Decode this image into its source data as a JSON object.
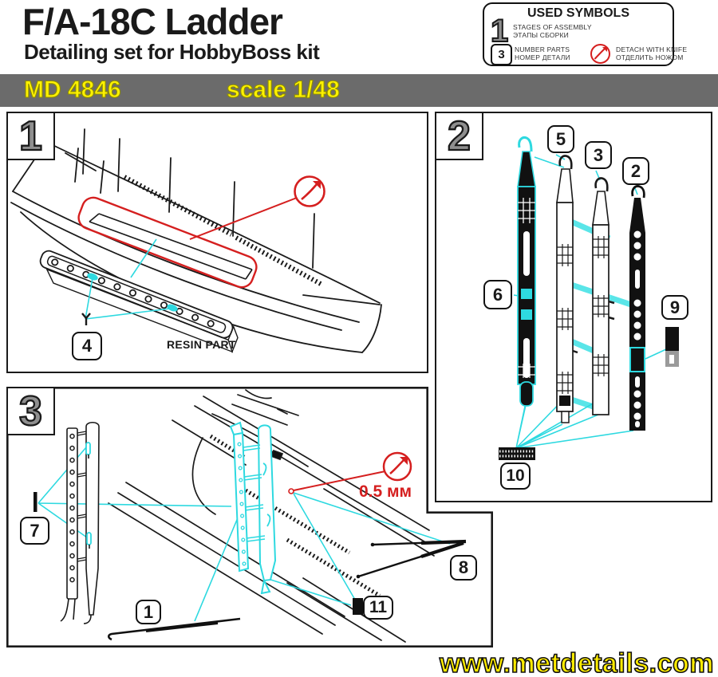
{
  "header": {
    "title": "F/A-18C Ladder",
    "subtitle": "Detailing set for HobbyBoss kit",
    "code": "MD 4846",
    "scale": "scale 1/48"
  },
  "symbols": {
    "title": "USED SYMBOLS",
    "stage_num": "1",
    "stage_en": "STAGES OF ASSEMBLY",
    "stage_ru": "ЭТАПЫ СБОРКИ",
    "part_num": "3",
    "part_en": "NUMBER PARTS",
    "part_ru": "НОМЕР ДЕТАЛИ",
    "knife_en": "DETACH WITH KNIFE",
    "knife_ru": "ОТДЕЛИТЬ НОЖОМ"
  },
  "steps": {
    "s1": {
      "number": "1",
      "resin_note": "RESIN PART",
      "parts": {
        "p4": "4"
      }
    },
    "s2": {
      "number": "2",
      "parts": {
        "p5": "5",
        "p3": "3",
        "p2": "2",
        "p6": "6",
        "p9": "9",
        "p10": "10"
      }
    },
    "s3": {
      "number": "3",
      "drill_note": "0.5 мм",
      "parts": {
        "p7": "7",
        "p1": "1",
        "p8": "8",
        "p11": "11"
      }
    }
  },
  "footer": {
    "website": "www.metdetails.com"
  },
  "colors": {
    "cyan": "#2ed9e0",
    "red": "#d51f1f",
    "bar_gray": "#6b6b6b",
    "yellow": "#fff200"
  }
}
